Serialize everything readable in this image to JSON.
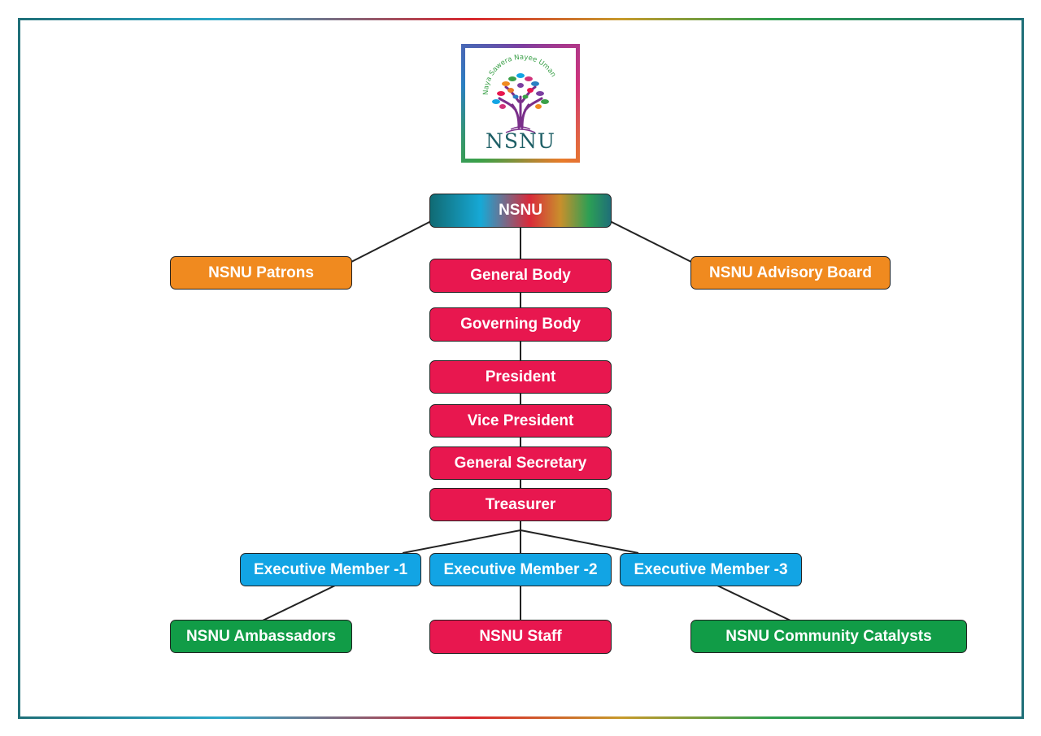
{
  "logo": {
    "tagline": "Naya Sawera Nayee Umang",
    "name": "NSNU"
  },
  "nodes": {
    "root": "NSNU",
    "patrons": "NSNU Patrons",
    "advisory_board": "NSNU Advisory Board",
    "general_body": "General Body",
    "governing_body": "Governing Body",
    "president": "President",
    "vice_president": "Vice President",
    "general_secretary": "General Secretary",
    "treasurer": "Treasurer",
    "executive_member_1": "Executive Member -1",
    "executive_member_2": "Executive Member -2",
    "executive_member_3": "Executive Member -3",
    "ambassadors": "NSNU Ambassadors",
    "staff": "NSNU Staff",
    "community_catalysts": "NSNU Community Catalysts"
  },
  "colors": {
    "core_role": "#e8174f",
    "support_role": "#f08a1f",
    "executive": "#12a4e4",
    "field_network": "#119c47"
  }
}
